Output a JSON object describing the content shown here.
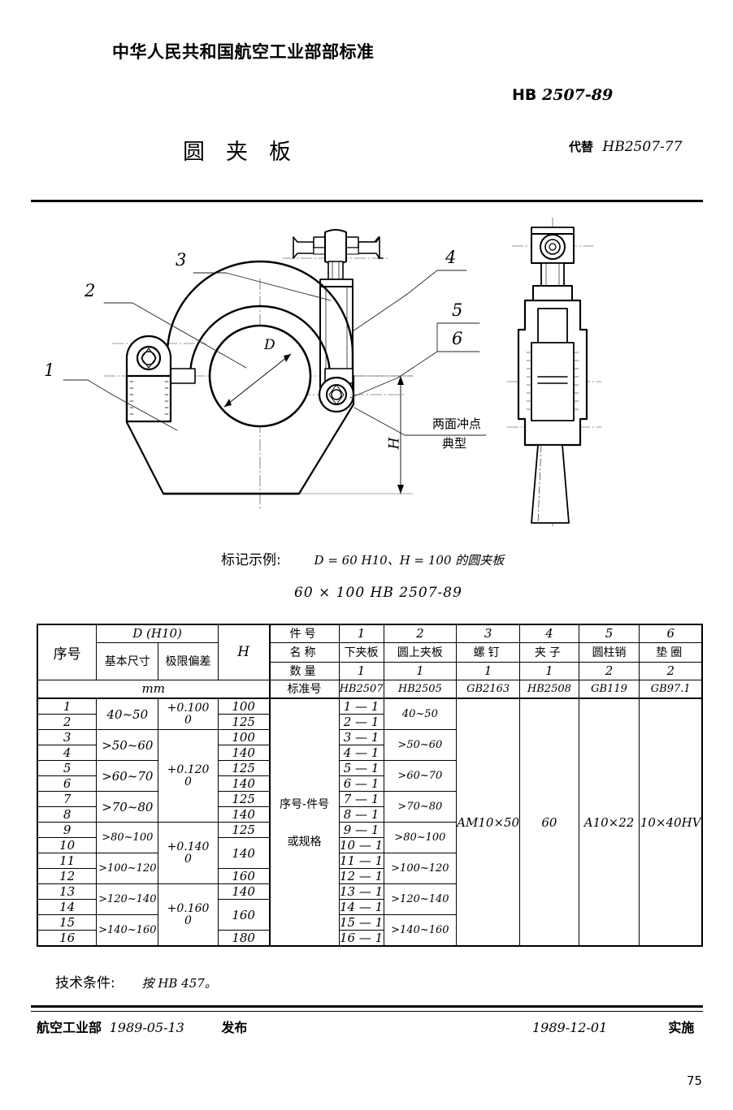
{
  "header": {
    "org_title": "中华人民共和国航空工业部部标准",
    "std_label": "HB",
    "std_number": "2507-89",
    "doc_title": "圆夹板",
    "replace_label": "代替",
    "replace_value": "HB2507-77"
  },
  "drawing": {
    "callouts": [
      "1",
      "2",
      "3",
      "4",
      "5",
      "6"
    ],
    "dim_d": "D",
    "dim_h": "H",
    "note_line1": "两面冲点",
    "note_line2": "典型"
  },
  "marking": {
    "label": "标记示例:",
    "spec": "D = 60 H10、H = 100 的圆夹板",
    "designation": "60 × 100    HB 2507-89"
  },
  "table": {
    "headers": {
      "seq": "序号",
      "d_group": "D (H10)",
      "d_basic": "基本尺寸",
      "d_tol": "极限偏差",
      "h": "H",
      "unit": "mm",
      "part_no": "件号",
      "name": "名称",
      "qty": "数量",
      "std_no": "标准号",
      "merged_note_line1": "序号-件号",
      "merged_note_line2": "或规格"
    },
    "parts": [
      {
        "no": "1",
        "name": "下夹板",
        "qty": "1",
        "std": "HB2507"
      },
      {
        "no": "2",
        "name": "圆上夹板",
        "qty": "1",
        "std": "HB2505"
      },
      {
        "no": "3",
        "name": "螺钉",
        "qty": "1",
        "std": "GB2163"
      },
      {
        "no": "4",
        "name": "夹子",
        "qty": "1",
        "std": "HB2508"
      },
      {
        "no": "5",
        "name": "圆柱销",
        "qty": "2",
        "std": "GB119"
      },
      {
        "no": "6",
        "name": "垫圈",
        "qty": "2",
        "std": "GB97.1"
      }
    ],
    "rows": [
      {
        "seq": "1",
        "d_basic": "40~50",
        "d_tol_up": "+0.100",
        "d_tol_lo": "0",
        "h": "100",
        "p1": "1 — 1",
        "p2": "40~50"
      },
      {
        "seq": "2",
        "d_basic": "",
        "d_tol_up": "",
        "d_tol_lo": "",
        "h": "125",
        "p1": "2 — 1",
        "p2": ""
      },
      {
        "seq": "3",
        "d_basic": ">50~60",
        "d_tol_up": "",
        "d_tol_lo": "",
        "h": "100",
        "p1": "3 — 1",
        "p2": ">50~60"
      },
      {
        "seq": "4",
        "d_basic": "",
        "d_tol_up": "+0.120",
        "d_tol_lo": "0",
        "h": "140",
        "p1": "4 — 1",
        "p2": ""
      },
      {
        "seq": "5",
        "d_basic": ">60~70",
        "d_tol_up": "",
        "d_tol_lo": "",
        "h": "125",
        "p1": "5 — 1",
        "p2": ">60~70"
      },
      {
        "seq": "6",
        "d_basic": "",
        "d_tol_up": "",
        "d_tol_lo": "",
        "h": "140",
        "p1": "6 — 1",
        "p2": ""
      },
      {
        "seq": "7",
        "d_basic": ">70~80",
        "d_tol_up": "",
        "d_tol_lo": "",
        "h": "125",
        "p1": "7 — 1",
        "p2": ">70~80"
      },
      {
        "seq": "8",
        "d_basic": "",
        "d_tol_up": "",
        "d_tol_lo": "",
        "h": "140",
        "p1": "8 — 1",
        "p2": ""
      },
      {
        "seq": "9",
        "d_basic": ">80~100",
        "d_tol_up": "",
        "d_tol_lo": "",
        "h": "125",
        "p1": "9 — 1",
        "p2": ">80~100"
      },
      {
        "seq": "10",
        "d_basic": "",
        "d_tol_up": "+0.140",
        "d_tol_lo": "0",
        "h": "140",
        "p1": "10 — 1",
        "p2": ""
      },
      {
        "seq": "11",
        "d_basic": ">100~120",
        "d_tol_up": "",
        "d_tol_lo": "",
        "h": "",
        "p1": "11 — 1",
        "p2": ">100~120"
      },
      {
        "seq": "12",
        "d_basic": "",
        "d_tol_up": "",
        "d_tol_lo": "",
        "h": "160",
        "p1": "12 — 1",
        "p2": ""
      },
      {
        "seq": "13",
        "d_basic": ">120~140",
        "d_tol_up": "",
        "d_tol_lo": "",
        "h": "140",
        "p1": "13 — 1",
        "p2": ">120~140"
      },
      {
        "seq": "14",
        "d_basic": "",
        "d_tol_up": "+0.160",
        "d_tol_lo": "0",
        "h": "160",
        "p1": "14 — 1",
        "p2": ""
      },
      {
        "seq": "15",
        "d_basic": ">140~160",
        "d_tol_up": "",
        "d_tol_lo": "",
        "h": "",
        "p1": "15 — 1",
        "p2": ">140~160"
      },
      {
        "seq": "16",
        "d_basic": "",
        "d_tol_up": "",
        "d_tol_lo": "",
        "h": "180",
        "p1": "16 — 1",
        "p2": ""
      }
    ],
    "col3_value": "AM10×50",
    "col4_value": "60",
    "col5_value": "A10×22",
    "col6_value": "10×40HV"
  },
  "footer": {
    "tech_label": "技术条件:",
    "tech_value": "按 HB 457。",
    "ministry": "航空工业部",
    "issue_date": "1989-05-13",
    "issue_label": "发布",
    "effective_date": "1989-12-01",
    "effective_label": "实施",
    "page_number": "75"
  }
}
